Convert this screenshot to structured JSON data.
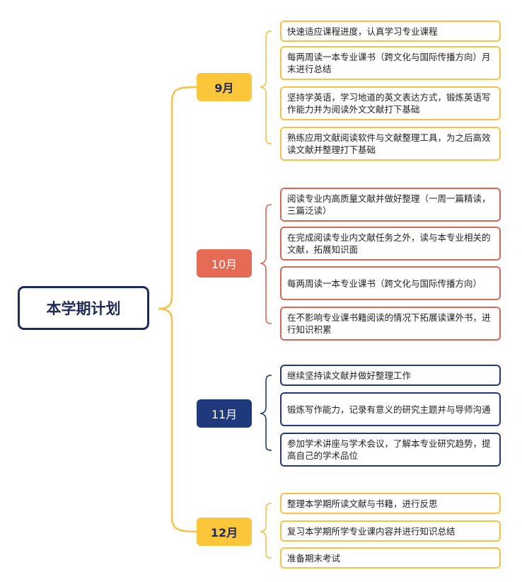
{
  "root": {
    "label": "本学期计划"
  },
  "months": [
    {
      "label": "9月",
      "items": [
        "快速适应课程进度，认真学习专业课程",
        "每两周读一本专业课书（跨文化与国际传播方向）月末进行总结",
        "坚持学英语，学习地道的英文表达方式，锻炼英语写作能力并为阅读外文文献打下基础",
        "熟练应用文献阅读软件与文献整理工具，为之后高效读文献并整理打下基础"
      ]
    },
    {
      "label": "10月",
      "items": [
        "阅读专业内高质量文献并做好整理（一周一篇精读，三篇泛读）",
        "在完成阅读专业内文献任务之外，读与本专业相关的文献，拓展知识面",
        "每两周读一本专业课书（跨文化与国际传播方向）",
        "在不影响专业课书籍阅读的情况下拓展读课外书，进行知识积累"
      ]
    },
    {
      "label": "11月",
      "items": [
        "继续坚持读文献并做好整理工作",
        "锻炼写作能力，记录有意义的研究主题并与导师沟通",
        "参加学术讲座与学术会议，了解本专业研究趋势，提高自己的学术品位"
      ]
    },
    {
      "label": "12月",
      "items": [
        "整理本学期所读文献与书籍，进行反思",
        "复习本学期所学专业课内容并进行知识总结",
        "准备期末考试"
      ]
    }
  ],
  "colors": {
    "yellow": "#fcc63a",
    "red": "#e66b54",
    "navy": "#1e3a7c",
    "root_border": "#1e2a5a"
  }
}
